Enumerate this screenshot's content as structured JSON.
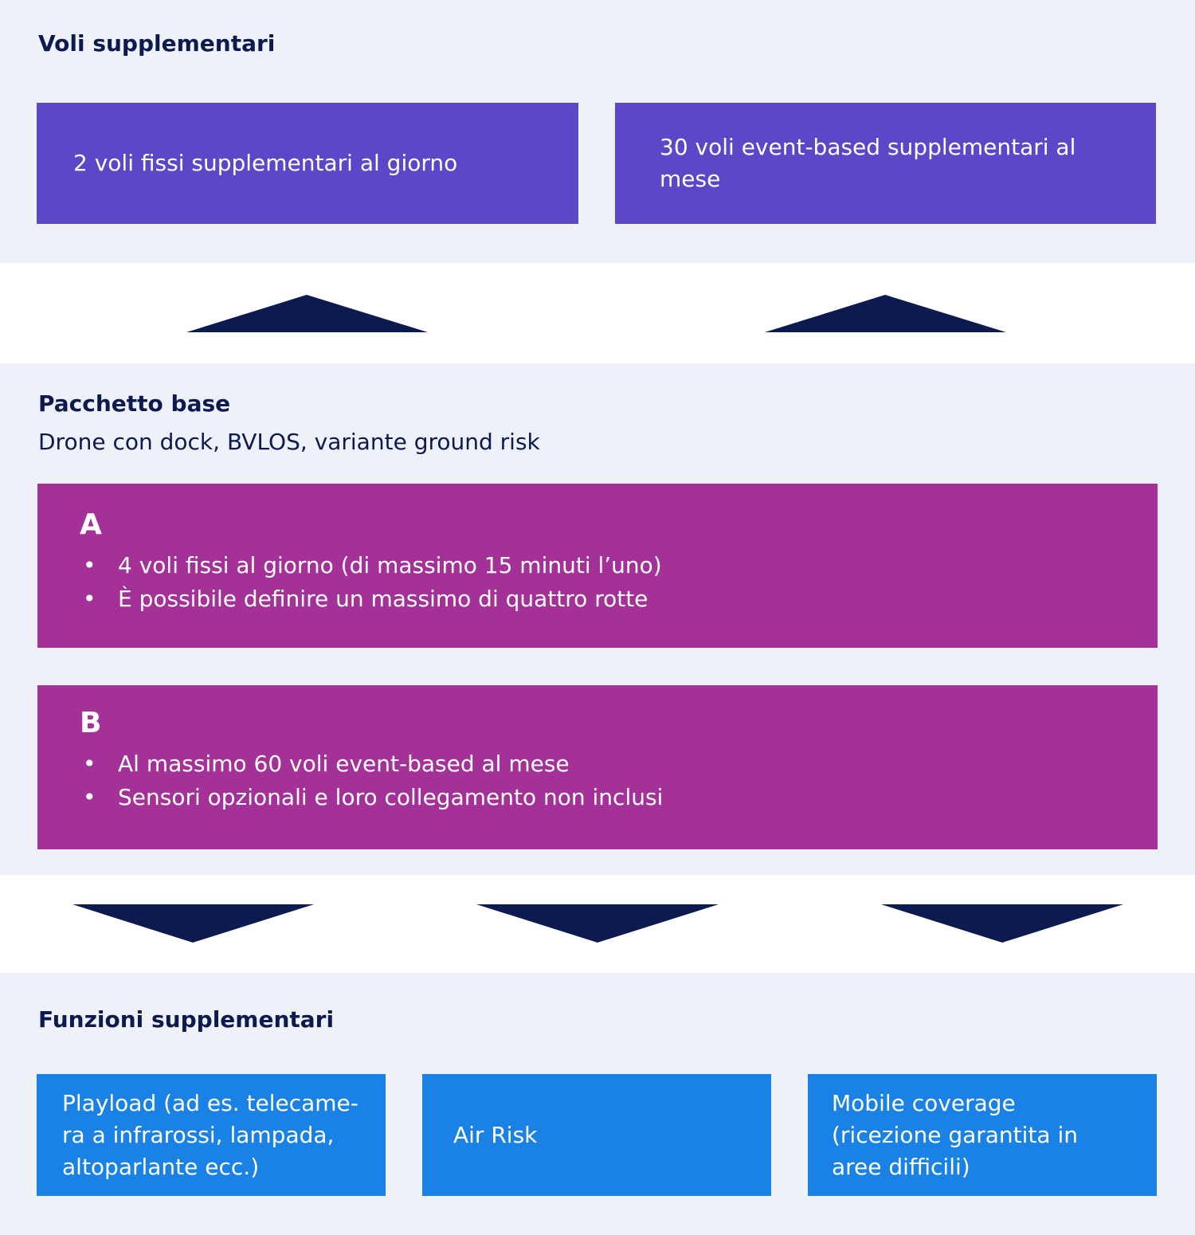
{
  "top": {
    "heading": "Voli supplementari",
    "box_left": "2 voli fissi supplementari al giorno",
    "box_right_line1": "30 voli event-based supplementari al",
    "box_right_line2": "mese"
  },
  "base": {
    "heading": "Pacchetto base",
    "subheading": "Drone con dock, BVLOS, variante ground risk",
    "option_a": {
      "letter": "A",
      "bullets": [
        "4 voli fissi al giorno (di massimo 15 minuti l’uno)",
        "È possibile definire un massimo di quattro rotte"
      ]
    },
    "option_b": {
      "letter": "B",
      "bullets": [
        "Al massimo 60 voli event-based al mese",
        "Sensori opzionali e loro collegamento non inclusi"
      ]
    }
  },
  "extras": {
    "heading": "Funzioni supplementari",
    "boxes": [
      {
        "lines": [
          "Playload (ad es. telecame-",
          "ra a infrarossi, lampada,",
          "altoparlante ecc.)"
        ]
      },
      {
        "lines": [
          "Air Risk"
        ]
      },
      {
        "lines": [
          "Mobile coverage",
          "(ricezione garantita in",
          "aree difficili)"
        ]
      }
    ]
  },
  "colors": {
    "panel_bg": "#eef1f7",
    "navy": "#0c1a4f",
    "violet": "#5b47c8",
    "magenta": "#a33197",
    "blue": "#1982e4"
  }
}
